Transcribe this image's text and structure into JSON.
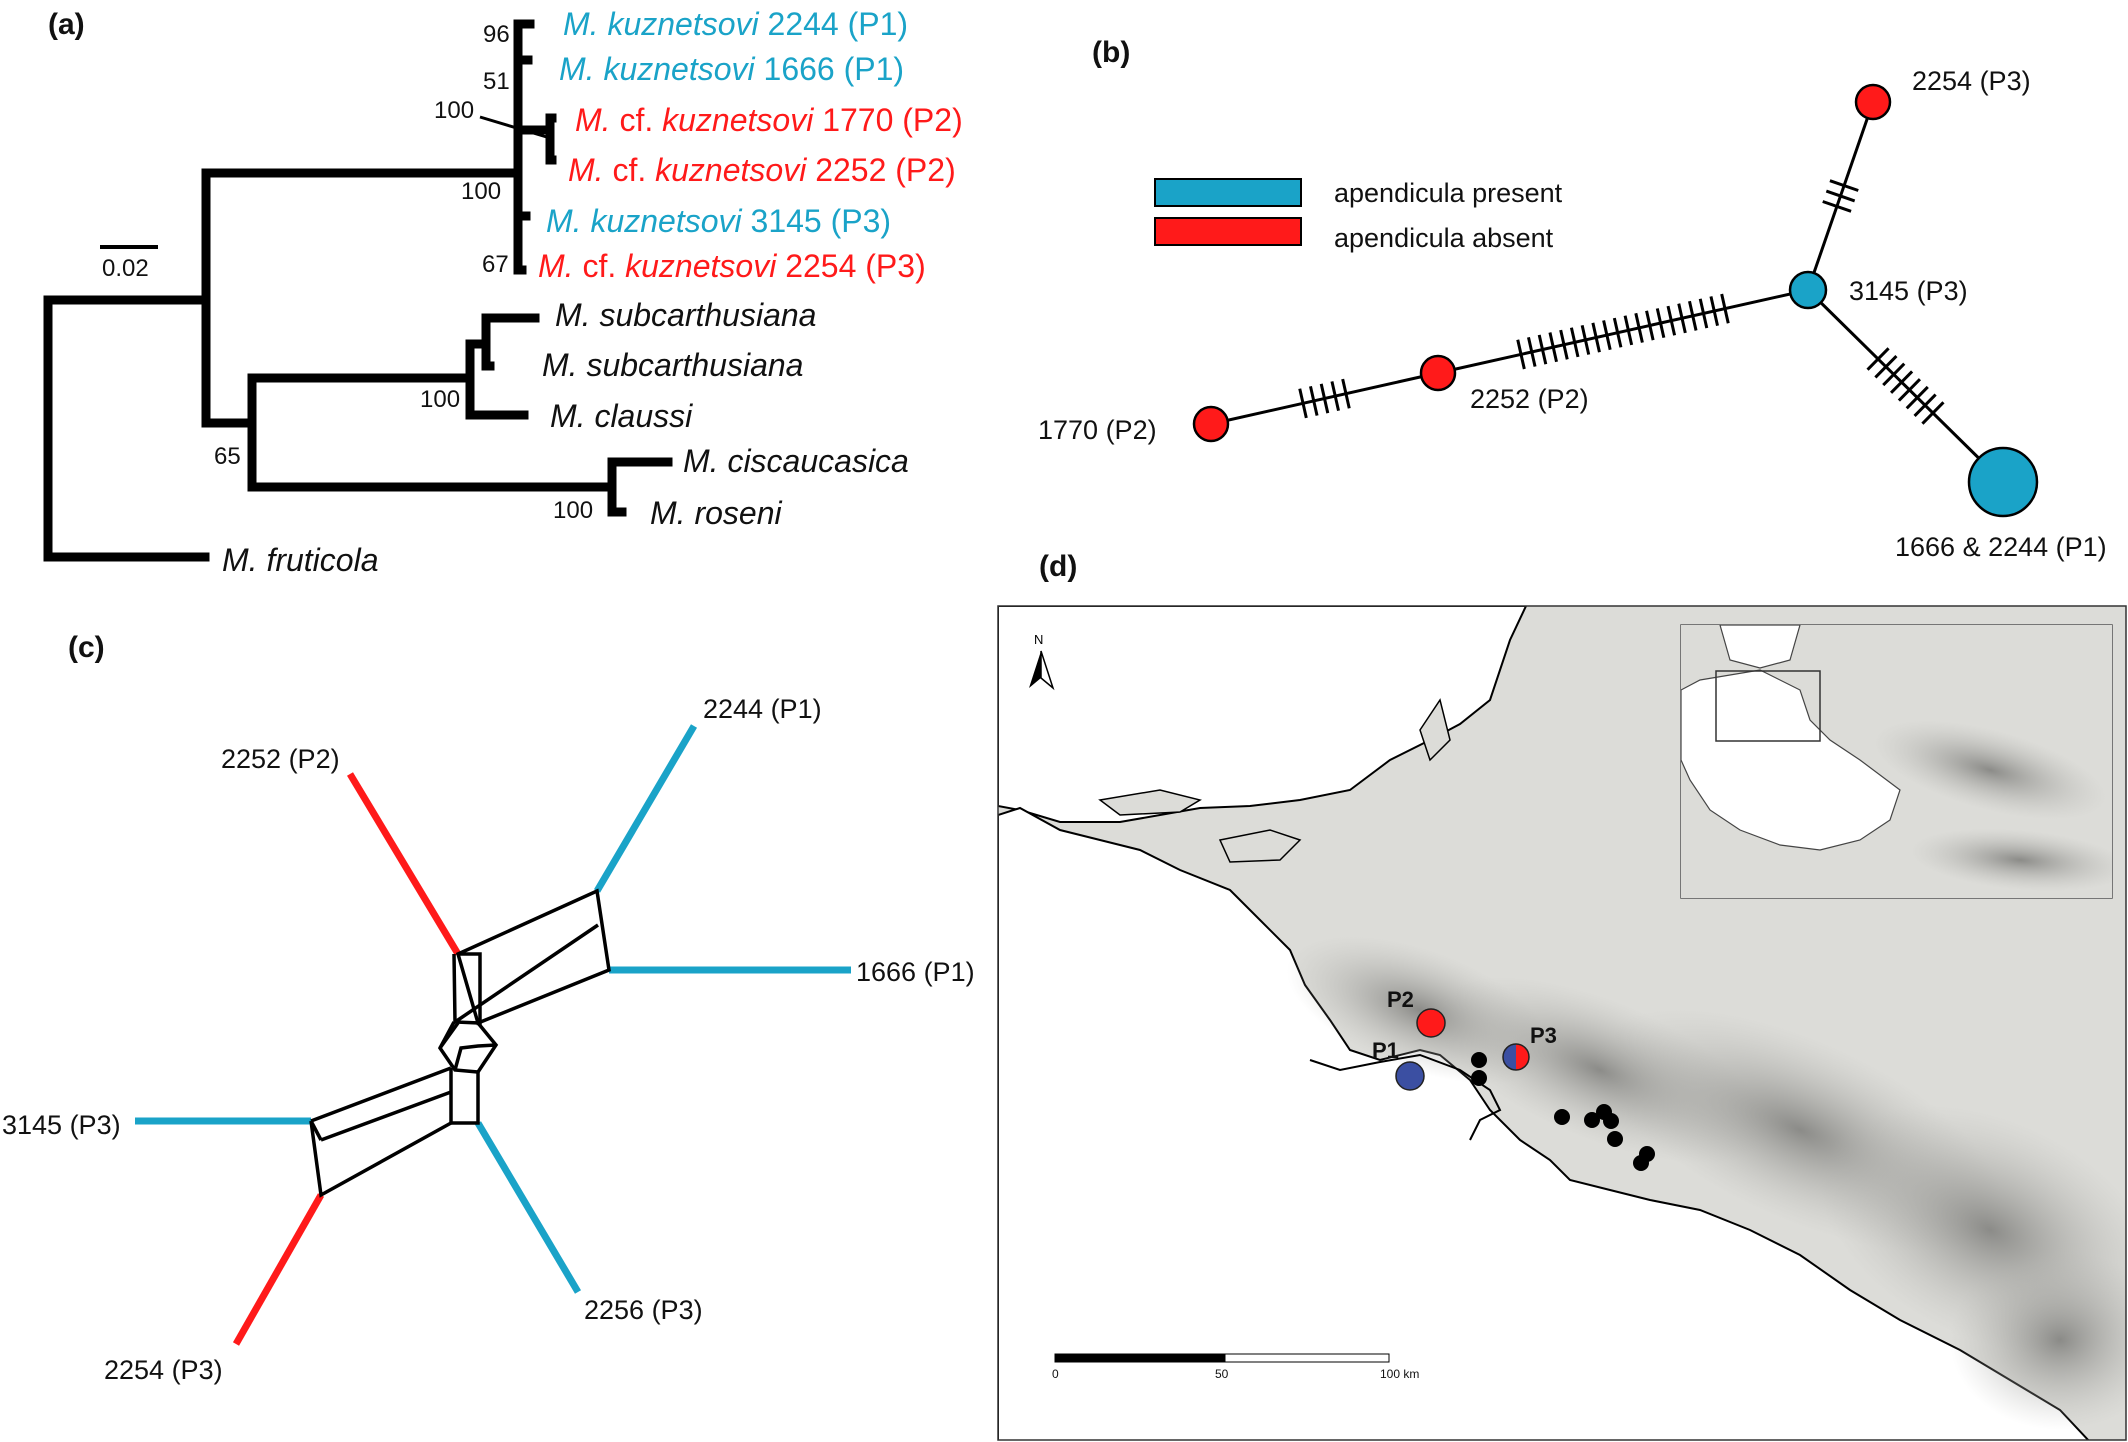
{
  "colors": {
    "blue": "#1aa3c8",
    "red": "#ff1a1a",
    "black": "#000000",
    "map_blue": "#3b4fa2",
    "land": "#dcdcd8",
    "sea": "#ffffff"
  },
  "panels": {
    "a": "(a)",
    "b": "(b)",
    "c": "(c)",
    "d": "(d)"
  },
  "tree": {
    "scale": "0.02",
    "tips": [
      {
        "genus": "M.",
        "cf": "",
        "epithet": "kuznetsovi",
        "code": "2244 (P1)",
        "color": "blue"
      },
      {
        "genus": "M.",
        "cf": "",
        "epithet": "kuznetsovi",
        "code": "1666 (P1)",
        "color": "blue"
      },
      {
        "genus": "M.",
        "cf": "cf.",
        "epithet": "kuznetsovi",
        "code": "1770 (P2)",
        "color": "red"
      },
      {
        "genus": "M.",
        "cf": "cf.",
        "epithet": "kuznetsovi",
        "code": "2252 (P2)",
        "color": "red"
      },
      {
        "genus": "M.",
        "cf": "",
        "epithet": "kuznetsovi",
        "code": "3145 (P3)",
        "color": "blue"
      },
      {
        "genus": "M.",
        "cf": "cf.",
        "epithet": "kuznetsovi",
        "code": "2254 (P3)",
        "color": "red"
      },
      {
        "genus": "M.",
        "cf": "",
        "epithet": "subcarthusiana",
        "code": "",
        "color": "black"
      },
      {
        "genus": "M.",
        "cf": "",
        "epithet": "subcarthusiana",
        "code": "",
        "color": "black"
      },
      {
        "genus": "M.",
        "cf": "",
        "epithet": "claussi",
        "code": "",
        "color": "black"
      },
      {
        "genus": "M.",
        "cf": "",
        "epithet": "ciscaucasica",
        "code": "",
        "color": "black"
      },
      {
        "genus": "M.",
        "cf": "",
        "epithet": "roseni",
        "code": "",
        "color": "black"
      },
      {
        "genus": "M.",
        "cf": "",
        "epithet": "fruticola",
        "code": "",
        "color": "black"
      }
    ],
    "bootstrap": [
      "96",
      "51",
      "100",
      "100",
      "67",
      "100",
      "65",
      "100"
    ]
  },
  "haplotype_network": {
    "legend": [
      {
        "label": "apendicula present",
        "color": "blue"
      },
      {
        "label": "apendicula absent",
        "color": "red"
      }
    ],
    "nodes": [
      {
        "label": "2254 (P3)",
        "color": "red"
      },
      {
        "label": "3145 (P3)",
        "color": "blue"
      },
      {
        "label": "2252 (P2)",
        "color": "red"
      },
      {
        "label": "1770 (P2)",
        "color": "red"
      },
      {
        "label": "1666 & 2244 (P1)",
        "color": "blue"
      }
    ],
    "mutation_steps": [
      {
        "from": "1770 (P2)",
        "to": "2252 (P2)",
        "count": 5
      },
      {
        "from": "2252 (P2)",
        "to": "3145 (P3)",
        "count": 20
      },
      {
        "from": "3145 (P3)",
        "to": "2254 (P3)",
        "count": 3
      },
      {
        "from": "3145 (P3)",
        "to": "1666 & 2244 (P1)",
        "count": 8
      }
    ]
  },
  "split_network": {
    "tips": [
      {
        "label": "2244 (P1)",
        "color": "blue"
      },
      {
        "label": "2252 (P2)",
        "color": "red"
      },
      {
        "label": "1666 (P1)",
        "color": "blue"
      },
      {
        "label": "3145 (P3)",
        "color": "blue"
      },
      {
        "label": "2256 (P3)",
        "color": "blue"
      },
      {
        "label": "2254 (P3)",
        "color": "red"
      }
    ]
  },
  "map": {
    "north": "N",
    "sites": [
      {
        "label": "P1",
        "color": "map_blue"
      },
      {
        "label": "P2",
        "color": "red"
      },
      {
        "label": "P3",
        "color": "blue/red"
      }
    ],
    "scalebar": [
      "0",
      "50",
      "100 km"
    ]
  }
}
